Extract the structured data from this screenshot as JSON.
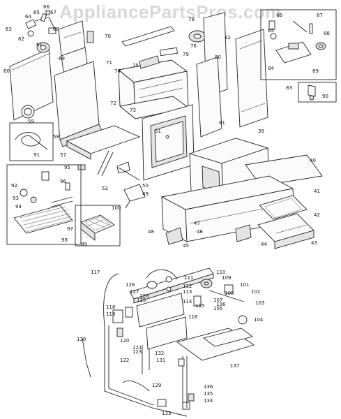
{
  "watermark": "AppliancePartsPros.com",
  "callouts_upper": [
    "59",
    "60",
    "61",
    "62",
    "63",
    "64",
    "65",
    "66",
    "67",
    "68",
    "69",
    "70",
    "71",
    "72",
    "73",
    "74",
    "75",
    "76",
    "78",
    "79",
    "80",
    "81",
    "82",
    "83",
    "84",
    "85",
    "86",
    "87",
    "88",
    "89",
    "90",
    "91",
    "92",
    "93",
    "94",
    "95",
    "96",
    "97",
    "98",
    "99",
    "100",
    "39",
    "40",
    "41",
    "42",
    "43",
    "44",
    "45",
    "46",
    "47",
    "48",
    "49",
    "50",
    "51",
    "52",
    "57",
    "58"
  ],
  "callouts_lower": [
    "101",
    "102",
    "103",
    "104",
    "105",
    "106",
    "107",
    "108",
    "109",
    "110",
    "111",
    "112",
    "113",
    "114",
    "115",
    "116",
    "117",
    "118",
    "119",
    "120",
    "121",
    "122",
    "123",
    "125",
    "126",
    "127",
    "128",
    "129",
    "130",
    "131",
    "132",
    "133",
    "134",
    "135",
    "136",
    "137"
  ]
}
